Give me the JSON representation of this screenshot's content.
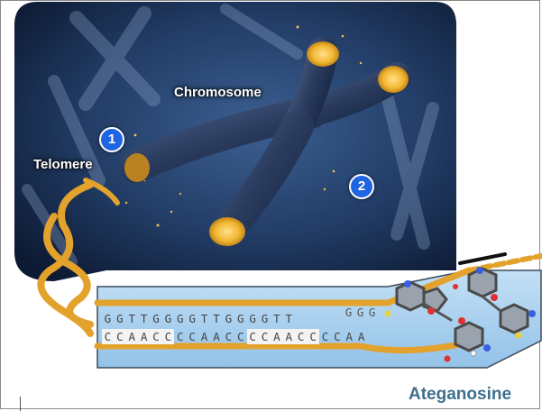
{
  "labels": {
    "chromosome": "Chromosome",
    "telomere": "Telomere",
    "drug": "Ateganosine"
  },
  "markers": [
    "1",
    "2"
  ],
  "sequence": {
    "top": [
      "G",
      "G",
      "T",
      "T",
      "G",
      "G",
      "G",
      "G",
      "T",
      "T",
      "G",
      "G",
      "G",
      "G",
      "T",
      "T"
    ],
    "top_overhang": [
      "G",
      "G",
      "G"
    ],
    "bottom": [
      "C",
      "C",
      "A",
      "A",
      "C",
      "C",
      "C",
      "C",
      "A",
      "A",
      "C",
      "C",
      "C",
      "C",
      "A",
      "A",
      "C",
      "C",
      "C",
      "C",
      "A",
      "A"
    ]
  },
  "colors": {
    "background_dark": "#0f1f3a",
    "background_mid": "#2c4a78",
    "chromosome_body": "#2a3a5a",
    "telomere_cap": "#f2b632",
    "dna_strand": "#e2a22b",
    "duplex_band": "#a9d0ee",
    "marker": "#1f64e0",
    "drug_label": "#3f6e8e"
  }
}
